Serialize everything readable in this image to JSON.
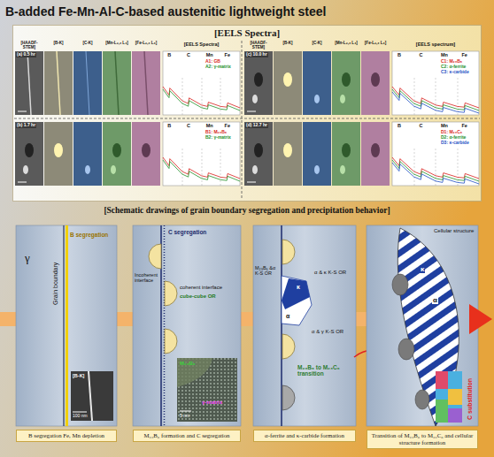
{
  "diagram": {
    "title": "B-added Fe-Mn-Al-C-based austenitic lightweight steel",
    "nodes": [
      {
        "text": [
          "[EELS Spectra]"
        ]
      },
      {
        "text": [
          "B segregation Fe, Mn depletion"
        ]
      },
      {
        "text": [
          "M₂₃B₆ formation and C segregation"
        ]
      },
      {
        "text": [
          "α-ferrite and κ-carbide formation"
        ]
      },
      {
        "text": [
          "Transition of M₂₃B₆ to M₂₃C₆ and cellular structure formation"
        ]
      }
    ],
    "labels": [
      "[HAADF-STEM]",
      "[B-K]",
      "[C-K]",
      "[Mn-L₂,₃ L₃]",
      "[Fe-L₂,₃ L₃]",
      "[EELS Spectra]",
      "(a) 0.5 hr",
      "B",
      "C",
      "Mn",
      "Fe",
      "A1: GB",
      "A2: γ-matrix",
      "(b) 1.7 hr",
      "B",
      "C",
      "Mn",
      "Fe",
      "B1: M₂₃B₆",
      "B2: γ-matrix",
      "[HAADF-STEM]",
      "[B-K]",
      "[C-K]",
      "[Mn-L₂,₃ L₃]",
      "[Fe-L₂,₃ L₃]",
      "[EELS spectrum]",
      "(c) 10.0 hr",
      "B",
      "C",
      "Mn",
      "Fe",
      "C1: M₂₃B₆",
      "C2: α-ferrite",
      "C3: κ-carbide",
      "(d) 12.7 hr",
      "B",
      "C",
      "Mn",
      "Fe",
      "D1: M₂₃C₆",
      "D2: α-ferrite",
      "D3: κ-carbide",
      "[Schematic drawings of grain boundary segregation and precipitation behavior]",
      "γ",
      "Grain boundary",
      "B segregation",
      "[B-K]",
      "100 nm",
      "C segregation",
      "coherent interface",
      "cube-cube OR",
      "Incoherent interface",
      "M₂₃B₆",
      "γ-matrix",
      "5 nm",
      "α & κ K-S OR",
      "M₂₃B₆ &α K-S OR",
      "α & γ K-S OR",
      "α",
      "κ",
      "M₂₃B₆ to M₂₃C₆ transition",
      "Cellular structure",
      "κ",
      "α",
      "C substitution"
    ]
  }
}
